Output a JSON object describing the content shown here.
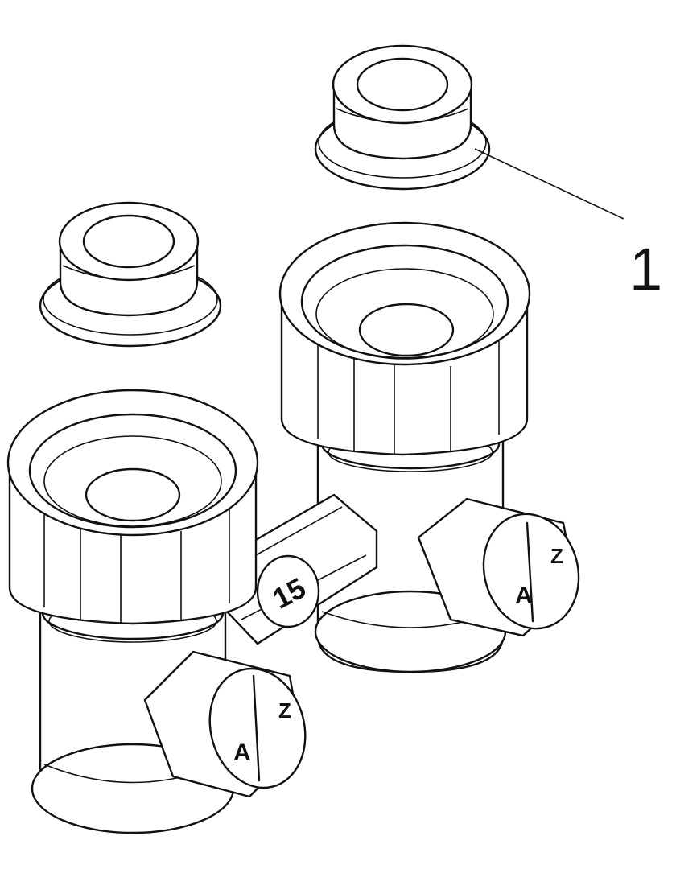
{
  "callout": {
    "label": "1"
  },
  "markings": {
    "body_size": "15",
    "left_valve": {
      "open": "A",
      "closed": "Z"
    },
    "right_valve": {
      "open": "A",
      "closed": "Z"
    }
  }
}
